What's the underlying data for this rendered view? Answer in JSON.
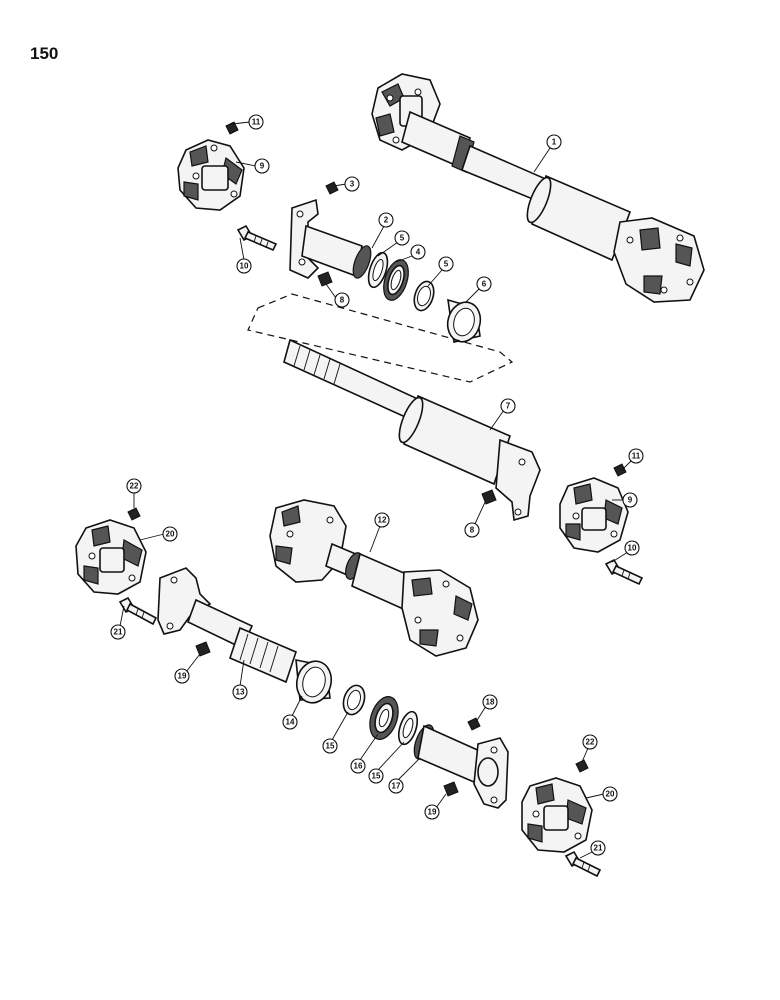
{
  "page_number": "150",
  "callouts": [
    "1",
    "2",
    "3",
    "4",
    "5",
    "5",
    "6",
    "7",
    "8",
    "8",
    "9",
    "9",
    "10",
    "10",
    "11",
    "11",
    "12",
    "13",
    "14",
    "15",
    "15",
    "16",
    "17",
    "18",
    "19",
    "19",
    "20",
    "20",
    "21",
    "21",
    "22",
    "22"
  ]
}
